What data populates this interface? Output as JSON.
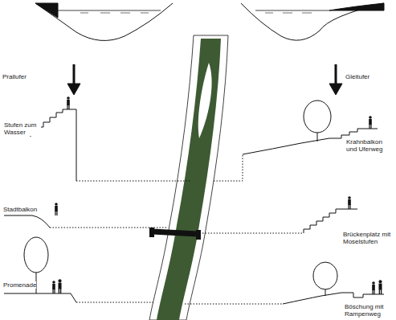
{
  "diagram": {
    "labels": [
      "Prallufer",
      "Gleitufer",
      "Stufen zum Wasser",
      "Stadtbalkon",
      "Promenade",
      "Krahnbalkon und Uferweg",
      "Brückenplatz mit Moselstufen",
      "Böschung mit Rampenweg"
    ]
  }
}
